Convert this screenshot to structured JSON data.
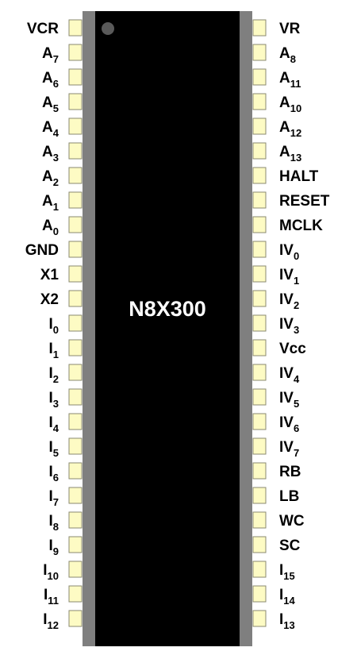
{
  "chip": {
    "name": "N8X300",
    "colors": {
      "body": "#000000",
      "side_rail": "#7f7f7f",
      "pin_fill": "#fdfbc4",
      "pin_stroke": "#8a8a70",
      "label": "#000000",
      "title": "#ffffff",
      "notch": "#5a5a5a"
    }
  },
  "left_pins": [
    {
      "main": "VCR",
      "sub": ""
    },
    {
      "main": "A",
      "sub": "7"
    },
    {
      "main": "A",
      "sub": "6"
    },
    {
      "main": "A",
      "sub": "5"
    },
    {
      "main": "A",
      "sub": "4"
    },
    {
      "main": "A",
      "sub": "3"
    },
    {
      "main": "A",
      "sub": "2"
    },
    {
      "main": "A",
      "sub": "1"
    },
    {
      "main": "A",
      "sub": "0"
    },
    {
      "main": "GND",
      "sub": ""
    },
    {
      "main": "X1",
      "sub": ""
    },
    {
      "main": "X2",
      "sub": ""
    },
    {
      "main": "I",
      "sub": "0"
    },
    {
      "main": "I",
      "sub": "1"
    },
    {
      "main": "I",
      "sub": "2"
    },
    {
      "main": "I",
      "sub": "3"
    },
    {
      "main": "I",
      "sub": "4"
    },
    {
      "main": "I",
      "sub": "5"
    },
    {
      "main": "I",
      "sub": "6"
    },
    {
      "main": "I",
      "sub": "7"
    },
    {
      "main": "I",
      "sub": "8"
    },
    {
      "main": "I",
      "sub": "9"
    },
    {
      "main": "I",
      "sub": "10"
    },
    {
      "main": "I",
      "sub": "11"
    },
    {
      "main": "I",
      "sub": "12"
    }
  ],
  "right_pins": [
    {
      "main": "VR",
      "sub": ""
    },
    {
      "main": "A",
      "sub": "8"
    },
    {
      "main": "A",
      "sub": "11"
    },
    {
      "main": "A",
      "sub": "10"
    },
    {
      "main": "A",
      "sub": "12"
    },
    {
      "main": "A",
      "sub": "13"
    },
    {
      "main": "HALT",
      "sub": ""
    },
    {
      "main": "RESET",
      "sub": ""
    },
    {
      "main": "MCLK",
      "sub": ""
    },
    {
      "main": "IV",
      "sub": "0"
    },
    {
      "main": "IV",
      "sub": "1"
    },
    {
      "main": "IV",
      "sub": "2"
    },
    {
      "main": "IV",
      "sub": "3"
    },
    {
      "main": "Vcc",
      "sub": ""
    },
    {
      "main": "IV",
      "sub": "4"
    },
    {
      "main": "IV",
      "sub": "5"
    },
    {
      "main": "IV",
      "sub": "6"
    },
    {
      "main": "IV",
      "sub": "7"
    },
    {
      "main": "RB",
      "sub": ""
    },
    {
      "main": "LB",
      "sub": ""
    },
    {
      "main": "WC",
      "sub": ""
    },
    {
      "main": "SC",
      "sub": ""
    },
    {
      "main": "I",
      "sub": "15"
    },
    {
      "main": "I",
      "sub": "14"
    },
    {
      "main": "I",
      "sub": "13"
    }
  ]
}
